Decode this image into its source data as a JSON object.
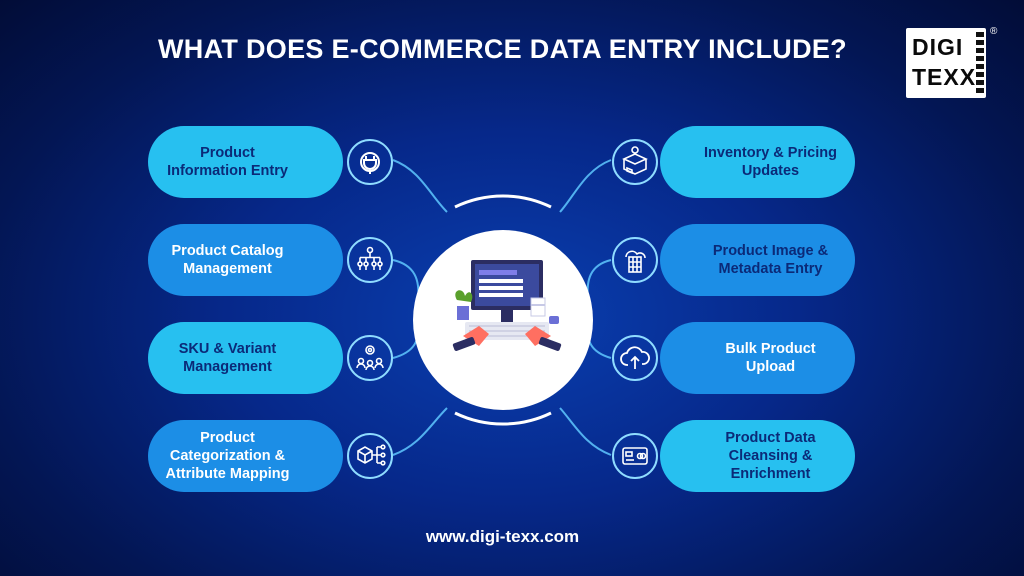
{
  "title": "WHAT DOES E-COMMERCE DATA ENTRY INCLUDE?",
  "logo": {
    "line1": "DIGI",
    "line2": "TEXX",
    "mark": "®"
  },
  "left_items": [
    {
      "label": "Product Information Entry",
      "icon": "plug-icon"
    },
    {
      "label": "Product Catalog Management",
      "icon": "hierarchy-icon"
    },
    {
      "label": "SKU & Variant Management",
      "icon": "gear-people-icon"
    },
    {
      "label": "Product Categorization & Attribute Mapping",
      "icon": "cube-network-icon"
    }
  ],
  "right_items": [
    {
      "label": "Inventory & Pricing Updates",
      "icon": "box-price-icon"
    },
    {
      "label": "Product Image & Metadata Entry",
      "icon": "server-cloud-icon"
    },
    {
      "label": "Bulk Product Upload",
      "icon": "cloud-upload-icon"
    },
    {
      "label": "Product Data Cleansing & Enrichment",
      "icon": "card-icon"
    }
  ],
  "center_icon": "computer-workstation-illustration",
  "url": "www.digi-texx.com"
}
